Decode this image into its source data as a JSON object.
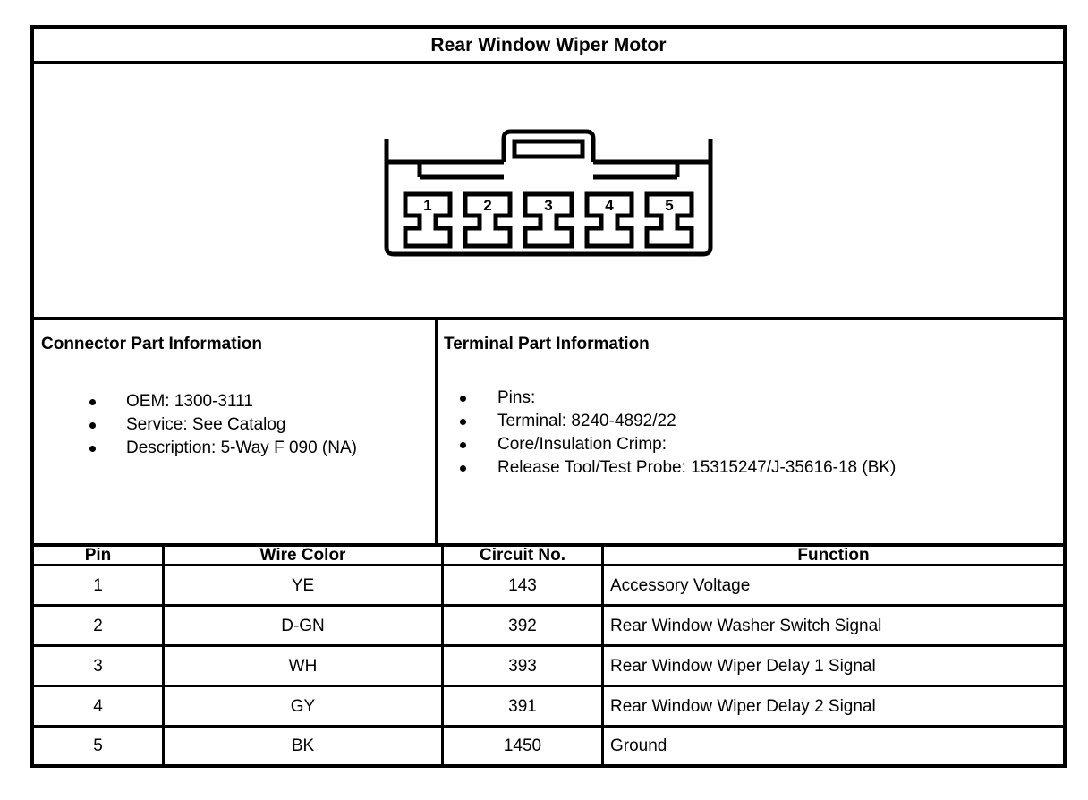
{
  "document": {
    "title": "Rear Window Wiper Motor"
  },
  "connector_diagram": {
    "icon": "connector-end-view-icon",
    "cavity_count": 5,
    "cavity_labels": [
      "1",
      "2",
      "3",
      "4",
      "5"
    ],
    "line_color": "#000000",
    "fill_color": "#ffffff"
  },
  "connector_part_information": {
    "heading": "Connector Part Information",
    "items": [
      {
        "label": "OEM:",
        "value": "1300-3111",
        "text": "OEM: 1300-3111"
      },
      {
        "label": "Service:",
        "value": "See Catalog",
        "text": "Service: See Catalog"
      },
      {
        "label": "Description:",
        "value": "5-Way F 090 (NA)",
        "text": "Description: 5-Way F 090 (NA)"
      }
    ]
  },
  "terminal_part_information": {
    "heading": "Terminal Part Information",
    "items": [
      {
        "label": "Pins:",
        "value": "",
        "text": "Pins:"
      },
      {
        "label": "Terminal:",
        "value": "8240-4892/22",
        "text": "Terminal: 8240-4892/22"
      },
      {
        "label": "Core/Insulation Crimp:",
        "value": "",
        "text": "Core/Insulation Crimp:"
      },
      {
        "label": "Release Tool/Test Probe:",
        "value": "15315247/J-35616-18 (BK)",
        "text": "Release Tool/Test Probe: 15315247/J-35616-18 (BK)"
      }
    ]
  },
  "pinout_table": {
    "headers": {
      "pin": "Pin",
      "wire_color": "Wire Color",
      "circuit_no": "Circuit No.",
      "function": "Function"
    },
    "rows": [
      {
        "pin": "1",
        "wire_color": "YE",
        "circuit_no": "143",
        "function": "Accessory Voltage"
      },
      {
        "pin": "2",
        "wire_color": "D-GN",
        "circuit_no": "392",
        "function": "Rear Window Washer Switch Signal"
      },
      {
        "pin": "3",
        "wire_color": "WH",
        "circuit_no": "393",
        "function": "Rear Window Wiper Delay 1 Signal"
      },
      {
        "pin": "4",
        "wire_color": "GY",
        "circuit_no": "391",
        "function": "Rear Window Wiper Delay 2 Signal"
      },
      {
        "pin": "5",
        "wire_color": "BK",
        "circuit_no": "1450",
        "function": "Ground"
      }
    ]
  }
}
